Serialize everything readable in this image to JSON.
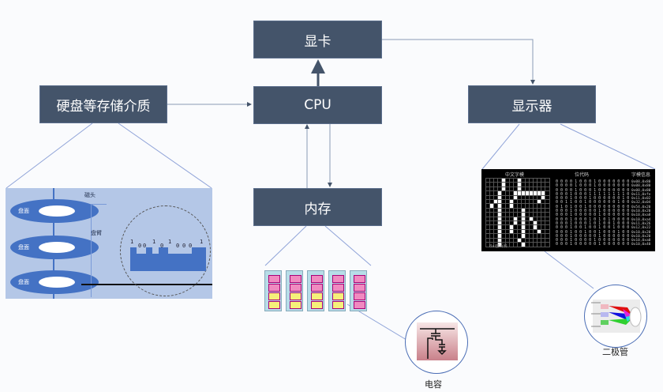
{
  "nodes": {
    "gpu": "显卡",
    "cpu": "CPU",
    "storage": "硬盘等存储介质",
    "memory": "内存",
    "display": "显示器"
  },
  "disk_illustration": {
    "platter_label": "盘面",
    "head_label": "磁头",
    "arm_label": "盘臂",
    "bits": [
      "1",
      "0",
      "0",
      "1",
      "0",
      "1",
      "0",
      "0",
      "0",
      "1"
    ]
  },
  "display_illustration": {
    "col_glyph": "中文字模",
    "col_bitcode": "位代码",
    "col_info": "字模信息",
    "watermark": "Bai度百科",
    "bit_rows": [
      "0 0 0 0 1 0 0 0 1 0 0 0 0 0 0 0",
      "0 0 0 0 1 0 0 0 1 0 0 0 0 0 0 0",
      "0 0 0 0 1 0 0 0 1 0 0 0 0 0 0 0",
      "0 0 0 1 0 0 0 1 1 1 1 1 1 1 1 0",
      "0 0 0 1 0 0 0 1 0 0 0 0 0 0 1 0",
      "0 0 1 1 0 0 1 0 0 0 0 0 0 1 0 0",
      "0 1 0 1 0 0 1 0 0 0 0 0 0 0 0 0",
      "0 0 0 1 0 0 0 0 0 1 0 0 0 0 0 0",
      "0 0 0 1 0 0 0 0 0 1 0 0 0 0 0 0",
      "0 0 0 1 0 0 0 1 0 1 0 1 0 0 0 0",
      "0 0 0 1 0 0 0 1 0 1 0 0 1 0 0 0",
      "0 0 0 1 0 0 1 0 0 1 0 0 1 0 0 0",
      "0 0 0 1 0 0 1 0 0 1 0 0 0 1 0 0",
      "0 0 0 1 0 0 0 0 0 1 0 0 0 0 0 0",
      "0 0 0 1 0 0 0 0 1 0 0 0 0 0 0 0",
      "0 0 0 1 0 0 0 0 0 1 0 0 0 0 0 0"
    ],
    "code_rows": [
      "0x08,0x80",
      "0x08,0x80",
      "0x08,0x80",
      "0x11,0xfe",
      "0x11,0x02",
      "0x32,0x04",
      "0x54,0x20",
      "0x10,0x20",
      "0x10,0xa8",
      "0x10,0xa4",
      "0x11,0x26",
      "0x12,0x22",
      "0x10,0x20",
      "0x10,0x20",
      "0x10,0xa0",
      "0x10,0x40"
    ]
  },
  "labels": {
    "capacitor": "电容",
    "diode": "二极管"
  },
  "colors": {
    "node_fill": "#44546a",
    "connector": "#8fa3c4",
    "panel_fill": "#b4c7e7",
    "platter": "#4472c4"
  }
}
